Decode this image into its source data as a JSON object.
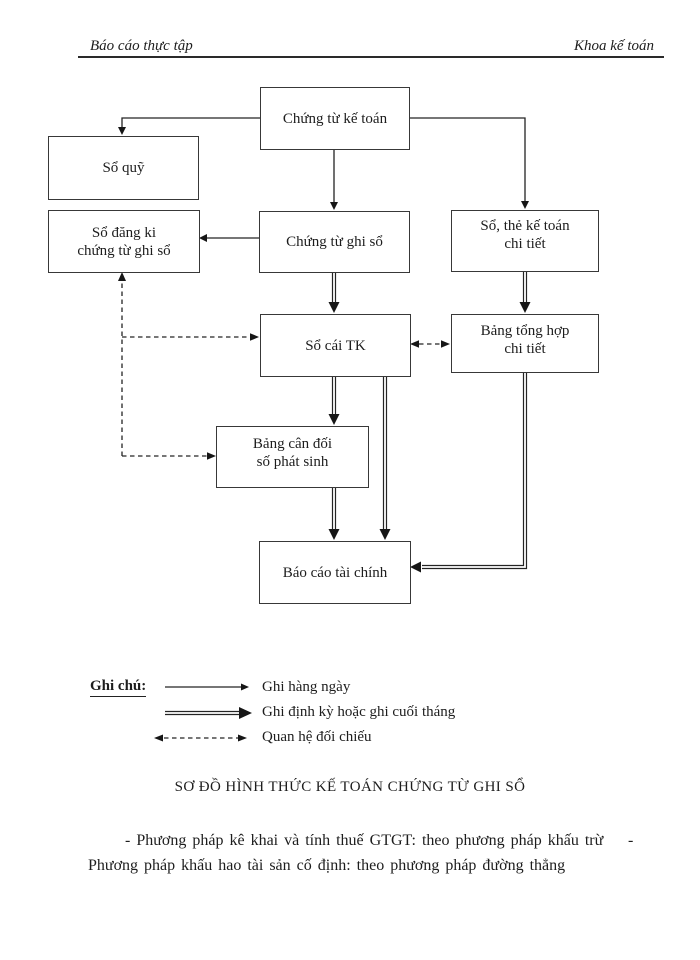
{
  "header": {
    "left": "Báo cáo thực tập",
    "right": "Khoa kế toán"
  },
  "boxes": {
    "chung_tu_ke_toan": {
      "label": "Chứng từ kế toán"
    },
    "so_quy": {
      "label": "Sổ quỹ"
    },
    "so_dang_ki": {
      "line1": "Sổ đăng ki",
      "line2": "chứng từ ghi sổ"
    },
    "chung_tu_ghi_so": {
      "label": "Chứng từ ghi sổ"
    },
    "so_the_ke_toan": {
      "line1": "Sổ, thẻ kế toán",
      "line2": "chi tiết"
    },
    "so_cai_tk": {
      "label": "Sổ cái TK"
    },
    "bang_tong_hop": {
      "line1": "Bảng tổng hợp",
      "line2": "chi tiết"
    },
    "bang_can_doi": {
      "line1": "Bảng cân đối",
      "line2": "số phát sinh"
    },
    "bao_cao_tai_chinh": {
      "label": "Báo cáo tài chính"
    }
  },
  "legend": {
    "title": "Ghi chú:",
    "items": [
      {
        "label": "Ghi hàng ngày",
        "arrow_type": "solid-single"
      },
      {
        "label": "Ghi định kỳ hoặc ghi cuối tháng",
        "arrow_type": "solid-double"
      },
      {
        "label": "Quan hệ đối chiếu",
        "arrow_type": "dashed-double-headed"
      }
    ]
  },
  "caption": "SƠ ĐỒ HÌNH THỨC KẾ TOÁN CHỨNG TỪ GHI SỔ",
  "notes": {
    "line1": "- Phương pháp kê khai  và tính thuế  GTGT: theo phương pháp khấu trừ",
    "line1_dash": "-",
    "line2": "Phương pháp khấu hao tài  sản cố định:  theo phương pháp đường thẳng"
  },
  "colors": {
    "ink": "#1d1d1d",
    "paper": "#ffffff"
  }
}
